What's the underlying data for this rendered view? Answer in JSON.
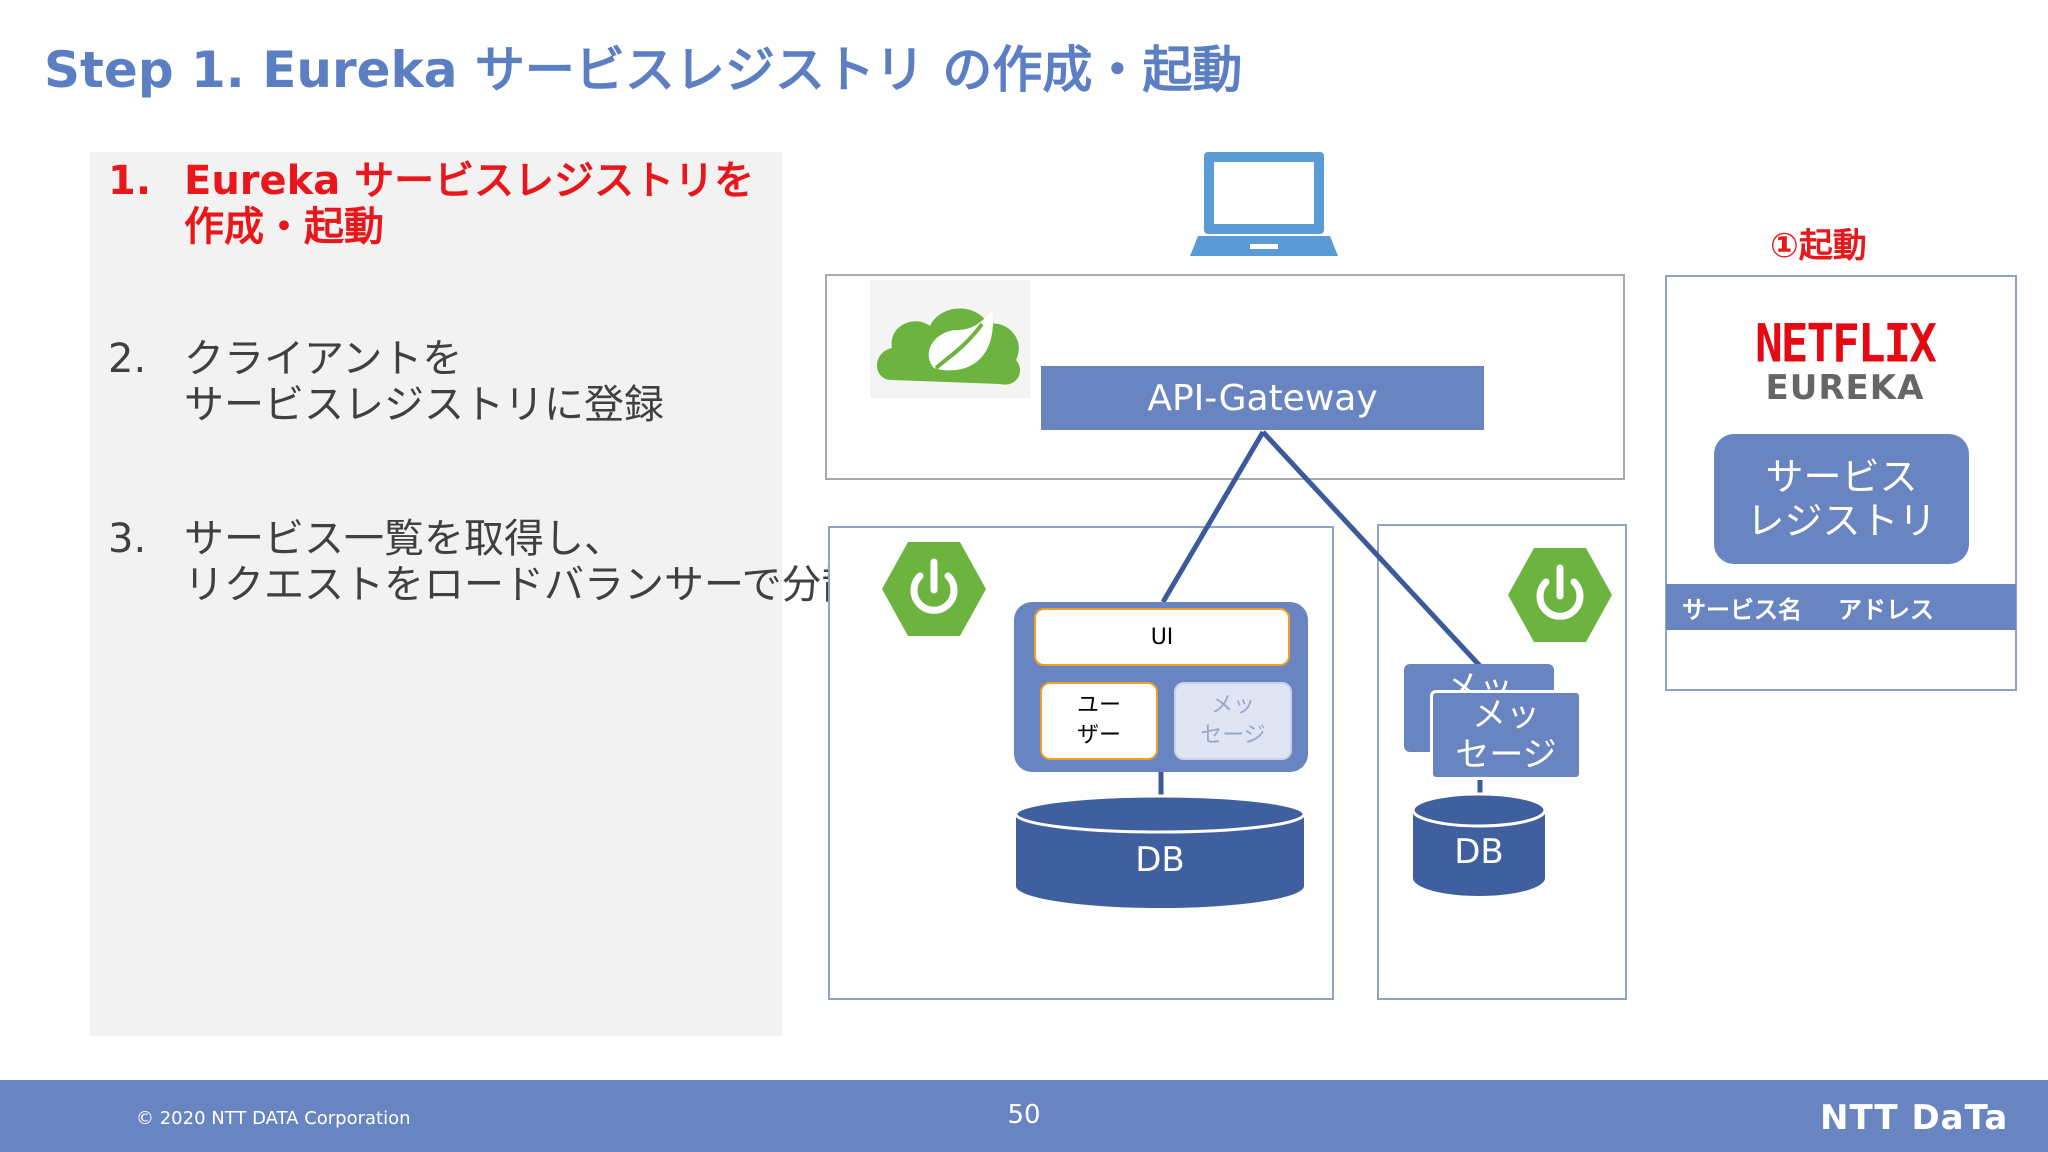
{
  "title": "Step 1. Eureka サービスレジストリ の作成・起動",
  "steps": [
    {
      "num": "1.",
      "line1": "Eureka サービスレジストリを",
      "line2": "作成・起動",
      "active": true
    },
    {
      "num": "2.",
      "line1": "クライアントを",
      "line2": "サービスレジストリに登録",
      "active": false
    },
    {
      "num": "3.",
      "line1": "サービス一覧を取得し、",
      "line2": "リクエストをロードバランサーで分散",
      "active": false
    }
  ],
  "diagram": {
    "gateway_label": "API-Gateway",
    "ui_label": "UI",
    "user_label_1": "ユー",
    "user_label_2": "ザー",
    "message_faded_1": "メッ",
    "message_faded_2": "セージ",
    "db_left": "DB",
    "db_right": "DB",
    "msg_back": "メッ",
    "msg_front_1": "メッ",
    "msg_front_2": "セージ",
    "start_label": "①起動",
    "netflix_logo": "NETFLIX",
    "eureka_logo": "EUREKA",
    "registry_1": "サービス",
    "registry_2": "レジストリ",
    "col_service": "サービス名",
    "col_address": "アドレス"
  },
  "icons": {
    "laptop": "laptop-icon",
    "spring_cloud": "spring-cloud-leaf-icon",
    "spring_boot": "power-hexagon-icon"
  },
  "colors": {
    "title": "#5b7fc2",
    "accent_blue": "#6885c1",
    "active_red": "#e8171b",
    "db_blue": "#3f5f9f",
    "spring_green": "#6db33f"
  },
  "footer": {
    "copyright": "© 2020 NTT DATA Corporation",
    "page": "50",
    "brand": "NTT DaTa"
  }
}
